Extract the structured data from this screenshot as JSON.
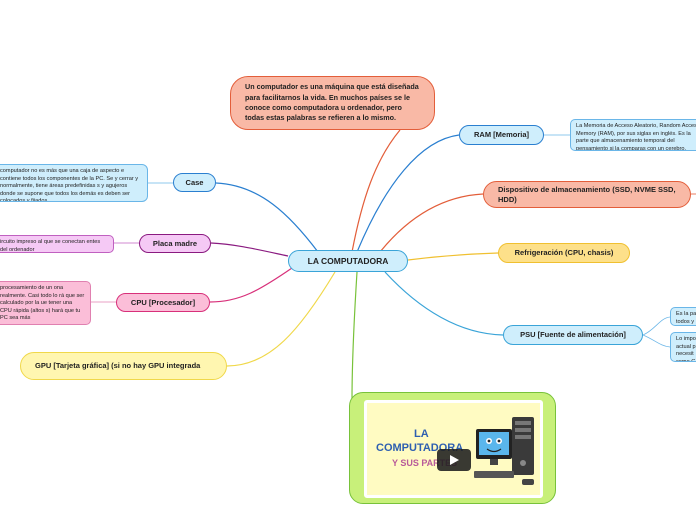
{
  "root": {
    "label": "LA COMPUTADORA"
  },
  "intro": {
    "text": "Un computador es una máquina que está diseñada para facilitarnos la vida. En muchos países se le conoce como computadora u ordenador, pero todas estas palabras se refieren a lo mismo."
  },
  "branches": {
    "ram": {
      "label": "RAM [Memoria]",
      "note": "La Memoria de Acceso Aleatorio, Random Access Memory (RAM), por sus siglas en inglés. Es la parte que almacenamiento temporal del pensamiento si la comparas con un cerebro."
    },
    "storage": {
      "label": "Dispositivo de almacenamiento (SSD, NVME SSD, HDD)"
    },
    "cooling": {
      "label": "Refrigeración (CPU, chasis)"
    },
    "psu": {
      "label": "PSU [Fuente de alimentación]",
      "note1": "Es la pa todos y",
      "note2": "Lo impo actual p necesit como G"
    },
    "case": {
      "label": "Case",
      "note": "computador no es más que una caja de aspecto e contiene todos los componentes de la PC. Se y cerrar y normalmente, tiene áreas predefinidas s y agujeros donde se supone que todos los demás es deben ser colocados y fijados."
    },
    "motherboard": {
      "label": "Placa madre",
      "note": "ircuito impreso al que se conectan entes del ordenador"
    },
    "cpu": {
      "label": "CPU [Procesador]",
      "note": "procesamiento de un ona realmente. Casi todo lo rá que ser calculado por la ue tener una CPU rápida (altos s) hará que tu PC sea más"
    },
    "gpu": {
      "label": "GPU [Tarjeta gráfica] (si no hay GPU integrada"
    }
  },
  "media": {
    "line1": "LA",
    "line2": "COMPUTADORA",
    "line3": "Y SUS PARTES"
  },
  "colors": {
    "ram": "#2a7fd0",
    "storage": "#e35e3a",
    "cooling": "#f0c030",
    "psu": "#3aa4d8",
    "case": "#2a7fd0",
    "motherboard": "#8a1a80",
    "cpu": "#d8307a",
    "gpu": "#f0d84a",
    "media": "#78c23a"
  }
}
